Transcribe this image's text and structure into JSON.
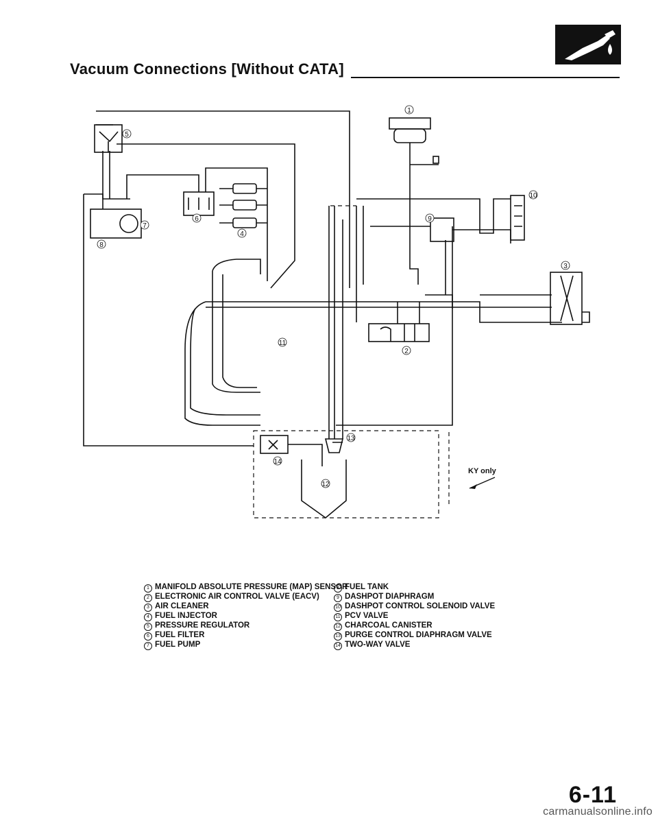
{
  "header": {
    "title": "Vacuum Connections [Without CATA]"
  },
  "diagram": {
    "callouts": [
      "1",
      "2",
      "3",
      "4",
      "5",
      "6",
      "7",
      "8",
      "9",
      "10",
      "11",
      "12",
      "13",
      "14"
    ],
    "note": "KY only"
  },
  "legend": {
    "left": [
      {
        "num": "1",
        "label": "MANIFOLD ABSOLUTE PRESSURE (MAP) SENSOR"
      },
      {
        "num": "2",
        "label": "ELECTRONIC AIR CONTROL VALVE (EACV)"
      },
      {
        "num": "3",
        "label": "AIR CLEANER"
      },
      {
        "num": "4",
        "label": "FUEL INJECTOR"
      },
      {
        "num": "5",
        "label": "PRESSURE REGULATOR"
      },
      {
        "num": "6",
        "label": "FUEL FILTER"
      },
      {
        "num": "7",
        "label": "FUEL PUMP"
      }
    ],
    "right": [
      {
        "num": "8",
        "label": "FUEL TANK"
      },
      {
        "num": "9",
        "label": "DASHPOT DIAPHRAGM"
      },
      {
        "num": "10",
        "label": "DASHPOT CONTROL SOLENOID VALVE"
      },
      {
        "num": "11",
        "label": "PCV VALVE"
      },
      {
        "num": "12",
        "label": "CHARCOAL CANISTER"
      },
      {
        "num": "13",
        "label": "PURGE CONTROL DIAPHRAGM VALVE"
      },
      {
        "num": "14",
        "label": "TWO-WAY VALVE"
      }
    ]
  },
  "footer": {
    "page_number": "6-11",
    "watermark": "carmanualsonline.info"
  },
  "icons": {
    "corner": "fuel-nozzle-icon"
  },
  "colors": {
    "ink": "#111111",
    "background": "#ffffff"
  }
}
